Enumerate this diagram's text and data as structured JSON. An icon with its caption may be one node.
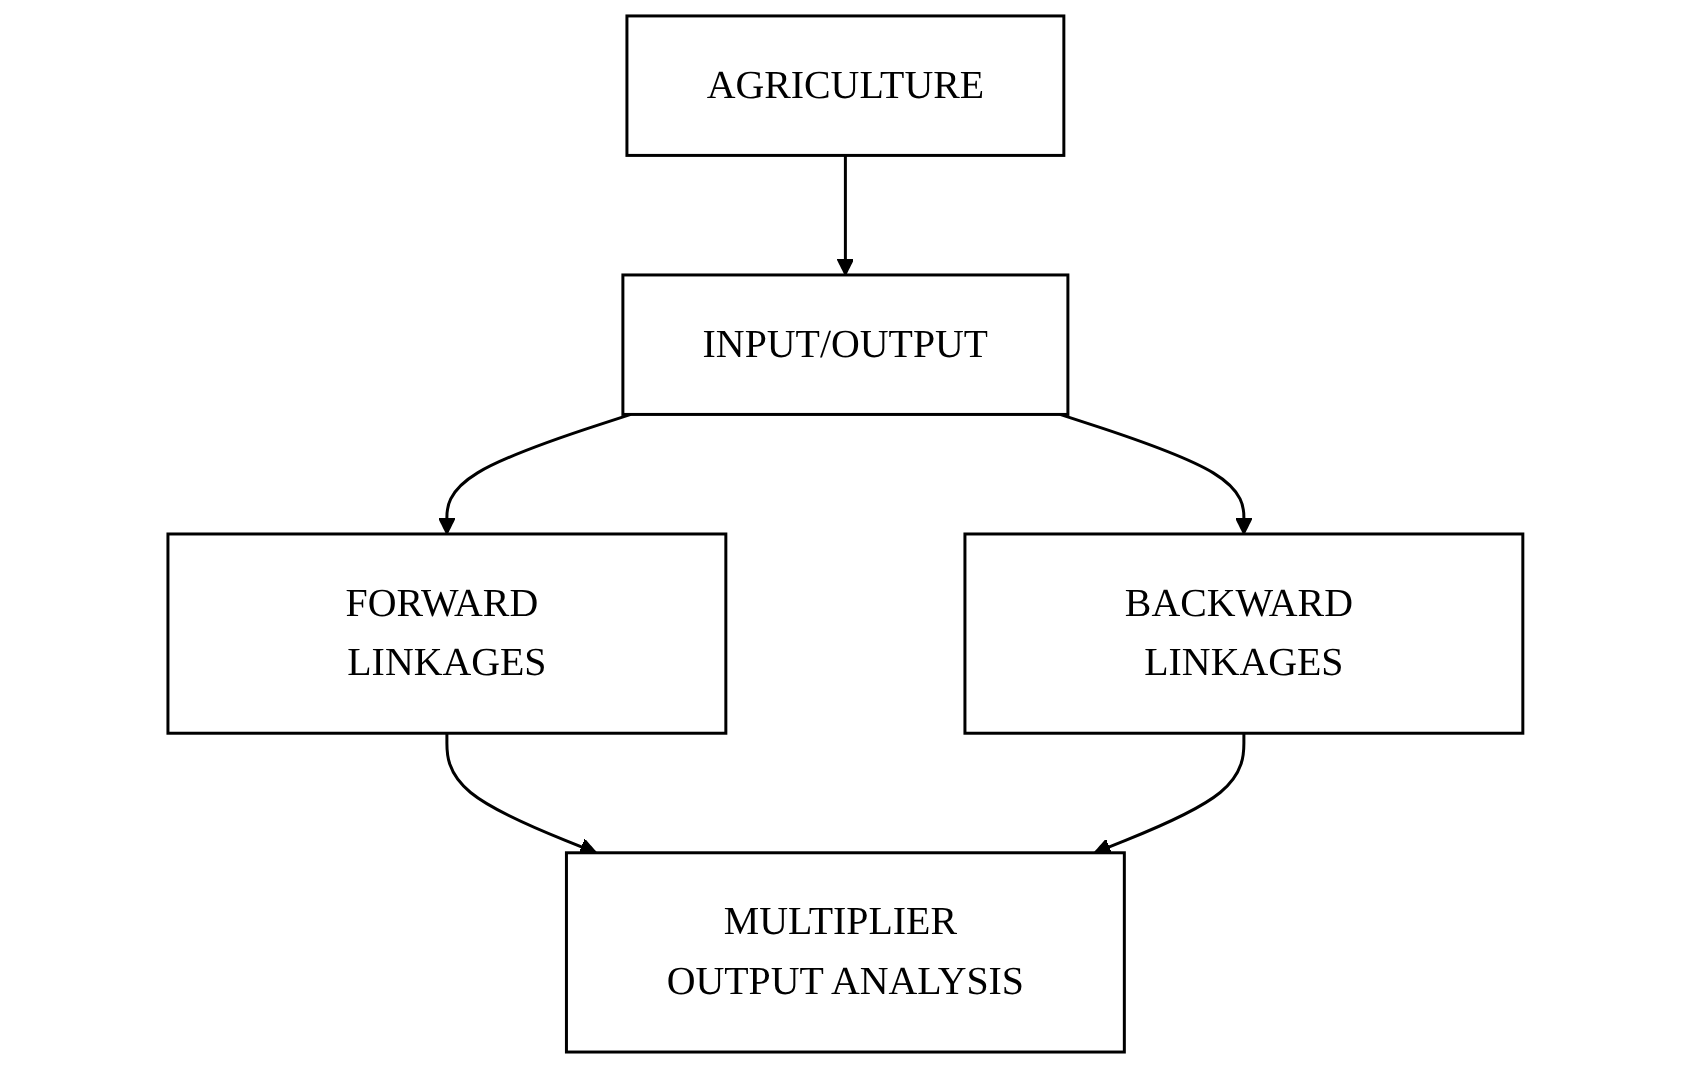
{
  "diagram": {
    "nodes": [
      {
        "text": [
          "AGRICULTURE"
        ]
      },
      {
        "text": [
          "INPUT/OUTPUT"
        ]
      },
      {
        "text": [
          "FORWARD LINKAGES"
        ]
      },
      {
        "text": [
          "BACKWARD LINKAGES"
        ]
      },
      {
        "text": [
          "MULTIPLIER OUTPUT ANALYSIS"
        ]
      }
    ],
    "edges": [
      {
        "from": 0,
        "to": 1,
        "arrow": "to"
      },
      {
        "from": 1,
        "to": 2,
        "arrow": "to"
      },
      {
        "from": 1,
        "to": 3,
        "arrow": "to"
      },
      {
        "from": 2,
        "to": 4,
        "arrow": "to"
      },
      {
        "from": 3,
        "to": 4,
        "arrow": "to"
      }
    ]
  }
}
